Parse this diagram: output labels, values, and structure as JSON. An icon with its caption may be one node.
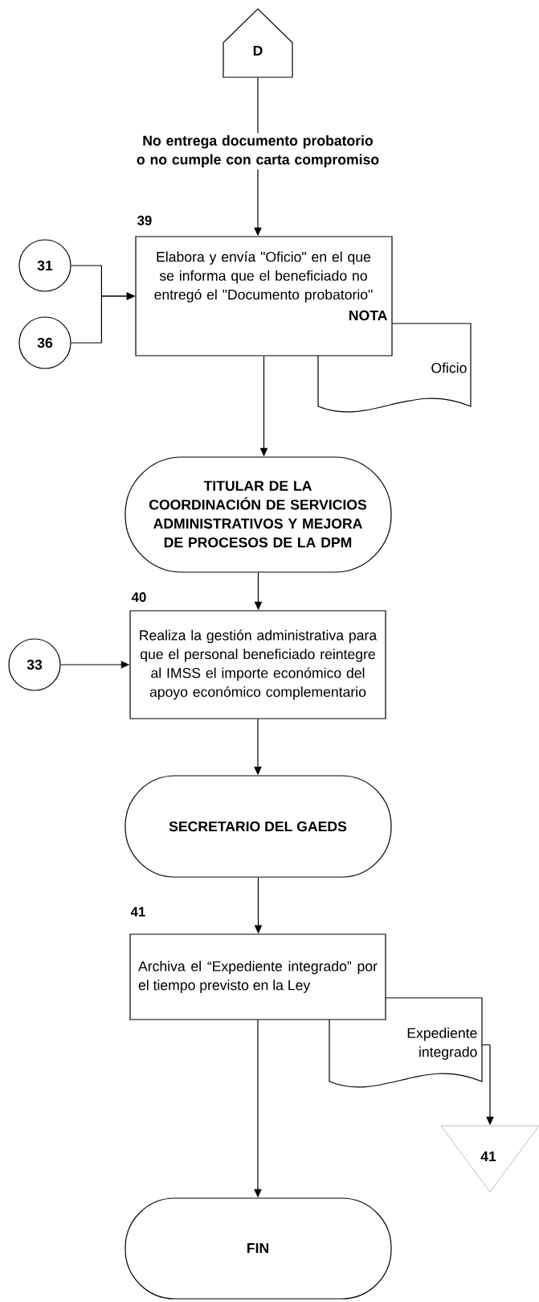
{
  "diagram": {
    "nodes": [
      {
        "text": [
          "D"
        ]
      },
      {
        "text": [
          "Elabora y envía \"Oficio\" en el que se informa que el beneficiado no entregó el \"Documento probatorio\"",
          "NOTA"
        ],
        "beside": [
          "39"
        ]
      },
      {
        "text": [
          "31"
        ]
      },
      {
        "text": [
          "36"
        ]
      },
      {
        "text": [
          "Oficio"
        ]
      },
      {
        "text": [
          "TITULAR DE LA COORDINACIÓN DE SERVICIOS ADMINISTRATIVOS Y MEJORA DE PROCESOS DE LA DPM"
        ]
      },
      {
        "text": [
          "Realiza la gestión administrativa para que el personal beneficiado reintegre al IMSS el importe económico del apoyo económico complementario"
        ],
        "beside": [
          "40"
        ]
      },
      {
        "text": [
          "33"
        ]
      },
      {
        "text": [
          "SECRETARIO DEL GAEDS"
        ]
      },
      {
        "text": [
          "Archiva el “Expediente integrado” por el tiempo previsto en la Ley"
        ],
        "beside": [
          "41"
        ]
      },
      {
        "text": [
          "Expediente integrado"
        ]
      },
      {
        "text": [
          "41"
        ]
      },
      {
        "text": [
          "FIN"
        ]
      }
    ],
    "edges": [
      {
        "from": 0,
        "to": 1,
        "arrow": "to",
        "label": "No entrega documento probatorio o no cumple con carta compromiso"
      },
      {
        "from": 2,
        "to": 1,
        "arrow": "to"
      },
      {
        "from": 3,
        "to": 1,
        "arrow": "to"
      },
      {
        "from": 1,
        "to": 5,
        "arrow": "to"
      },
      {
        "from": 5,
        "to": 6,
        "arrow": "to"
      },
      {
        "from": 7,
        "to": 6,
        "arrow": "to"
      },
      {
        "from": 6,
        "to": 8,
        "arrow": "to"
      },
      {
        "from": 8,
        "to": 9,
        "arrow": "to"
      },
      {
        "from": 9,
        "to": 12,
        "arrow": "to"
      },
      {
        "from": 10,
        "to": 11,
        "arrow": "to"
      }
    ]
  }
}
